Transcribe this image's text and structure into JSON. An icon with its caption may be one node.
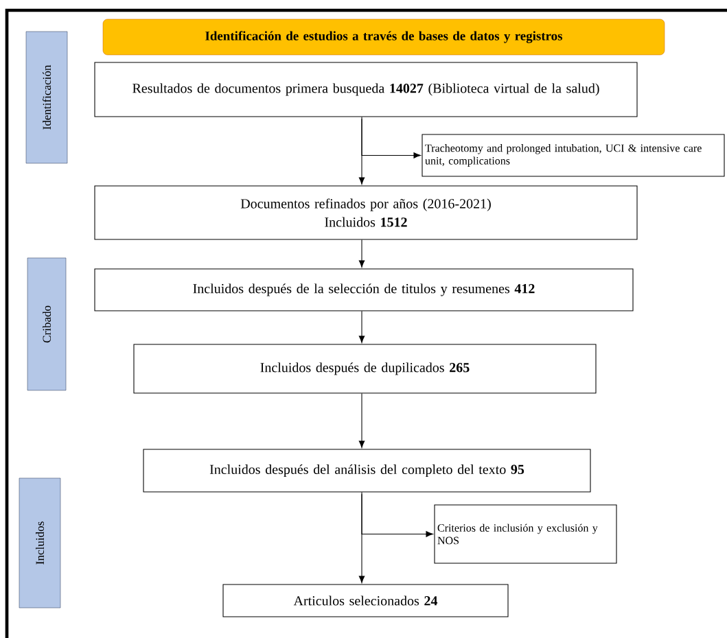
{
  "diagram": {
    "nodes": [
      {
        "text": [
          "Identificación de estudios a través de bases de datos y registros"
        ]
      },
      {
        "text": [
          "Identificación"
        ]
      },
      {
        "text": [
          "Resultados de documentos primera busqueda **14027** (Biblioteca virtual de la salud)"
        ]
      },
      {
        "text": [
          "Tracheotomy and prolonged intubation, UCI & intensive care unit, complications"
        ]
      },
      {
        "text": [
          "Documentos refinados por años (2016-2021)",
          "Incluidos **1512**"
        ]
      },
      {
        "text": [
          "Cribado"
        ]
      },
      {
        "text": [
          "Incluidos después de la selección de titulos y resumenes **412**"
        ]
      },
      {
        "text": [
          "Incluidos después de dupilicados **265**"
        ]
      },
      {
        "text": [
          "Incluidos"
        ]
      },
      {
        "text": [
          "Incluidos después del análisis del completo del texto **95**"
        ]
      },
      {
        "text": [
          "Criterios de inclusión y exclusión y NOS"
        ]
      },
      {
        "text": [
          "Articulos selecionados **24**"
        ]
      }
    ],
    "edges": [
      {
        "from": 2,
        "to": 4,
        "arrow": "to"
      },
      {
        "from": 2,
        "to": 3,
        "arrow": "to"
      },
      {
        "from": 4,
        "to": 6,
        "arrow": "to"
      },
      {
        "from": 6,
        "to": 7,
        "arrow": "to"
      },
      {
        "from": 7,
        "to": 9,
        "arrow": "to"
      },
      {
        "from": 9,
        "to": 11,
        "arrow": "to"
      },
      {
        "from": 9,
        "to": 10,
        "arrow": "to"
      }
    ]
  }
}
